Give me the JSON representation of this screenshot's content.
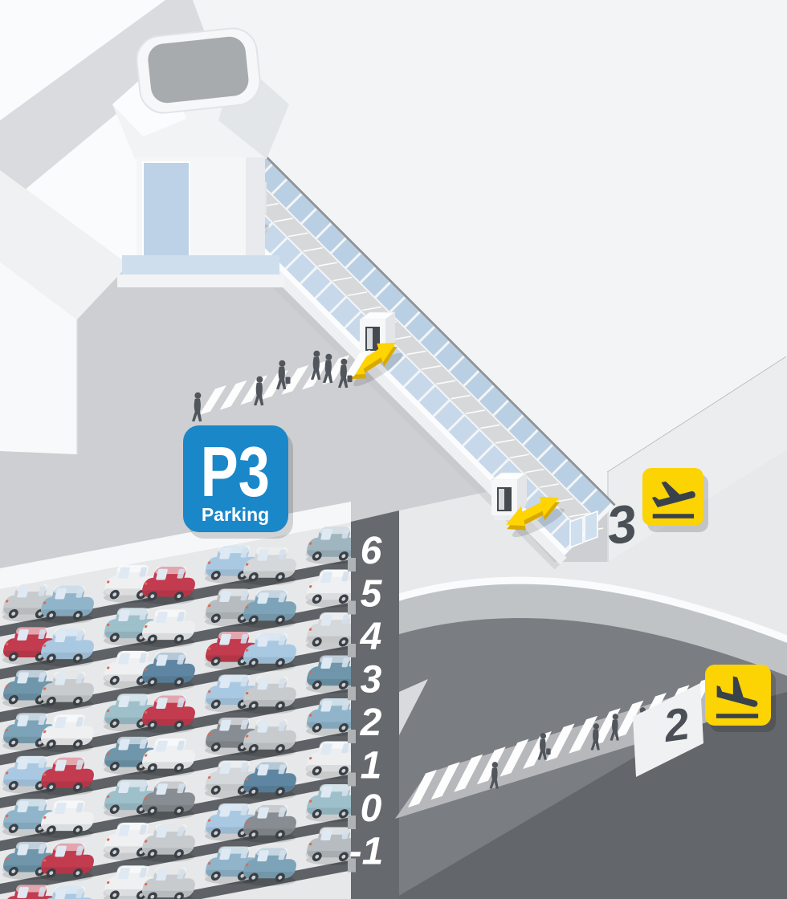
{
  "signs": {
    "parking": {
      "code": "P3",
      "label": "Parking",
      "bg": "#1a87c9",
      "fg": "#ffffff"
    },
    "departures": {
      "level": "3",
      "icon": "airplane-takeoff-icon",
      "bg": "#fcd303",
      "fg": "#39414a"
    },
    "arrivals": {
      "level": "2",
      "icon": "airplane-landing-icon",
      "bg": "#fcd303",
      "fg": "#39414a"
    }
  },
  "garage": {
    "band": "#66696d",
    "slab": "#5e6266",
    "interior": "#e7e8ea",
    "roof_band": "#f6f7f8",
    "number_color": "#ffffff",
    "floors": [
      {
        "level": "6",
        "cars": [
          "#c7cbce",
          "#90b5ca",
          "#eef0f2",
          "#c23b4e",
          "#a9c9e3",
          "#d5d8da",
          "#9fb6c0"
        ]
      },
      {
        "level": "5",
        "cars": [
          "#c23b4e",
          "#a9c9e3",
          "#9dc0cb",
          "#eceef0",
          "#b6bcc0",
          "#7da3b8",
          "#eef0f2"
        ]
      },
      {
        "level": "4",
        "cars": [
          "#6f96ab",
          "#c7cbce",
          "#eef0f2",
          "#5e86a2",
          "#c23b4e",
          "#a9c9e3",
          "#d5d8da"
        ]
      },
      {
        "level": "3",
        "cars": [
          "#7da3b8",
          "#eef0f2",
          "#9dc0cb",
          "#c23b4e",
          "#a9c9e3",
          "#c7cbce",
          "#6f96ab"
        ]
      },
      {
        "level": "2",
        "cars": [
          "#a9c9e3",
          "#c23b4e",
          "#6f96ab",
          "#eef0f2",
          "#878d92",
          "#c7cbce",
          "#90b5ca"
        ]
      },
      {
        "level": "1",
        "cars": [
          "#90b5ca",
          "#eef0f2",
          "#9dc0cb",
          "#878d92",
          "#d5d8da",
          "#5e86a2",
          "#eceef0"
        ]
      },
      {
        "level": "0",
        "cars": [
          "#6f96ab",
          "#c23b4e",
          "#eef0f2",
          "#c7cbce",
          "#a9c9e3",
          "#878d92",
          "#9dc0cb"
        ]
      },
      {
        "level": "-1",
        "cars": [
          "#c23b4e",
          "#a9c9e3",
          "#eef0f2",
          "#c7cbce",
          "#90b5ca",
          "#7da3b8",
          "#b6bcc0"
        ]
      }
    ]
  },
  "walkway": {
    "glass_far": "#b9cfe4",
    "glass_near": "#c6d8ea",
    "frame": "#f3f5f7",
    "roof": "#d6d8da",
    "arrow_color": "#ffd400",
    "arrow_shade": "#d8a900",
    "transfer_points": 3
  },
  "pedestrians": {
    "color": "#51565c",
    "upper": 6,
    "lower": 5
  },
  "palette": {
    "ground": "#cdcfd2",
    "buildings": "#fafbfc",
    "terminal_roof": "#f3f4f6",
    "terminal_facade": "#ebedef",
    "road": "#e7e9ea",
    "curb": "#fafbfc",
    "mid_band": "#c0c3c6",
    "lower_ground": "#7a7d81",
    "dark_corner": "#63666a",
    "crosswalk_band": "#b6b8bb",
    "stripe": "#fdfdfe",
    "tower_cap": "#a8abae",
    "window_blue": "#bdd2e7",
    "level_label": "#4a5056"
  }
}
